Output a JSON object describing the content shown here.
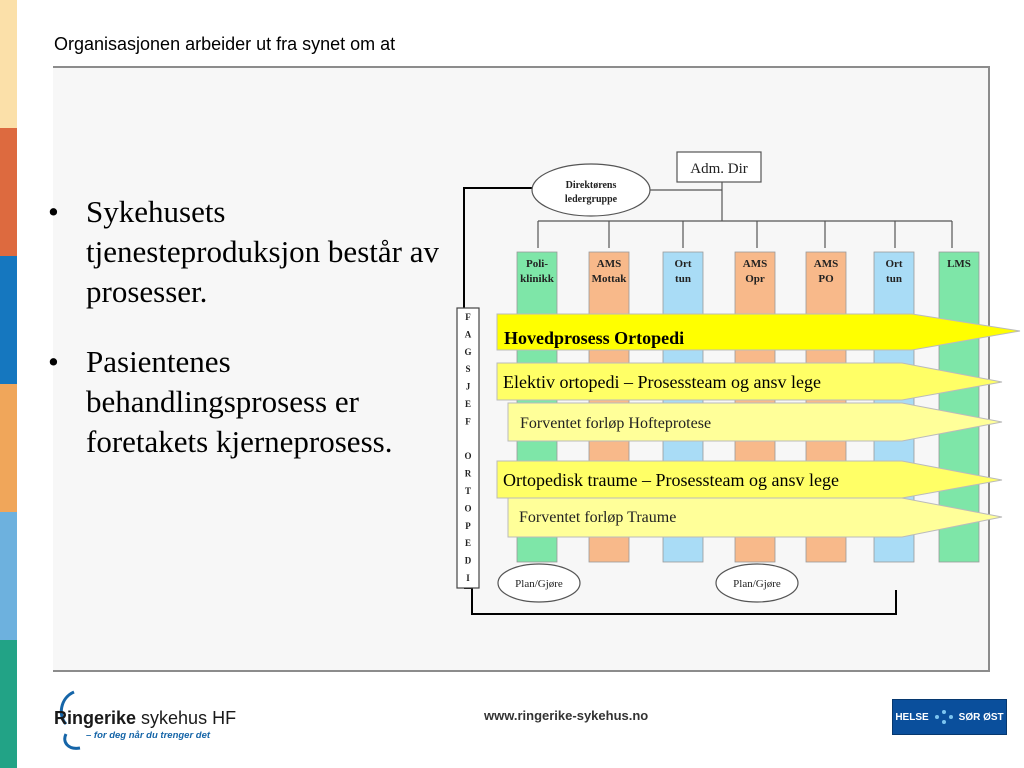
{
  "header": {
    "title": "Organisasjonen arbeider ut fra synet om at"
  },
  "stripe_colors": [
    "#fbe0a9",
    "#dd6a3f",
    "#1577bf",
    "#f0a65a",
    "#6db1de",
    "#22a386"
  ],
  "bullets": [
    "Sykehusets tjenesteproduksjon består av prosesser.",
    "Pasientenes behandlingsprosess er foretakets kjerneprosess."
  ],
  "diagram": {
    "adm_dir": "Adm. Dir",
    "ledergruppe": [
      "Direktørens",
      "ledergruppe"
    ],
    "columns": [
      {
        "lines": [
          "Poli-",
          "klinikk"
        ],
        "color": "#7ee6a8"
      },
      {
        "lines": [
          "AMS",
          "Mottak"
        ],
        "color": "#f8b98a"
      },
      {
        "lines": [
          "Ort",
          "tun"
        ],
        "color": "#a9dcf6"
      },
      {
        "lines": [
          "AMS",
          "Opr"
        ],
        "color": "#f8b98a"
      },
      {
        "lines": [
          "AMS",
          "PO"
        ],
        "color": "#f8b98a"
      },
      {
        "lines": [
          "Ort",
          "tun"
        ],
        "color": "#a9dcf6"
      },
      {
        "lines": [
          "LMS"
        ],
        "color": "#7ee6a8"
      }
    ],
    "side_letters": [
      "F",
      "A",
      "G",
      "S",
      "J",
      "E",
      "F",
      "",
      "O",
      "R",
      "T",
      "O",
      "P",
      "E",
      "D",
      "I"
    ],
    "processes": {
      "main": "Hovedprosess Ortopedi",
      "elektiv": "Elektiv ortopedi – Prosessteam og ansv lege",
      "hofte": "Forventet forløp Hofteprotese",
      "traume": "Ortopedisk traume – Prosessteam og ansv lege",
      "traume_forlop": "Forventet forløp Traume"
    },
    "plan": [
      "Plan/Gjøre",
      "Plan/Gjøre"
    ]
  },
  "footer": {
    "logo_name_bold": "Ringerike",
    "logo_name_rest": " sykehus HF",
    "logo_tag": "– for deg når du trenger det",
    "url": "www.ringerike-sykehus.no",
    "hso_left": "HELSE",
    "hso_right": "SØR ØST"
  }
}
